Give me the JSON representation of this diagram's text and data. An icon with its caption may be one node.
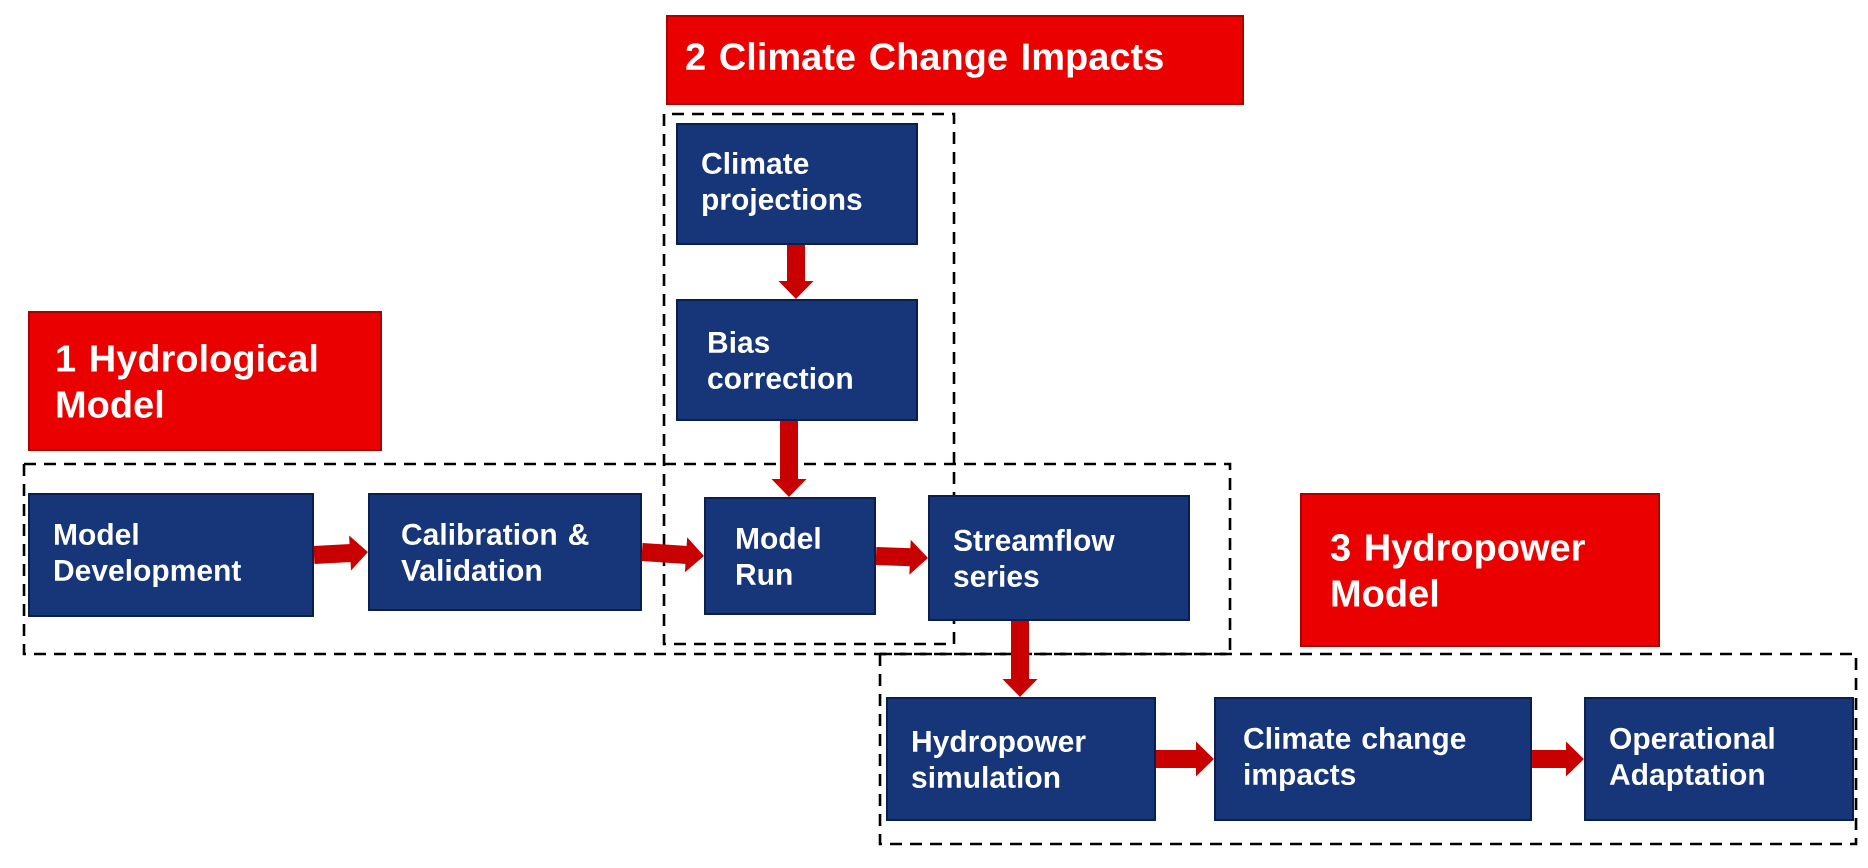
{
  "diagram": {
    "nodes": [
      {
        "text": [
          "2 Climate Change Impacts"
        ]
      },
      {
        "text": [
          "Climate projections"
        ]
      },
      {
        "text": [
          "Bias correction"
        ]
      },
      {
        "text": [
          "1 Hydrological Model"
        ]
      },
      {
        "text": [
          "3 Hydropower Model"
        ]
      },
      {
        "text": [
          "Model Development"
        ]
      },
      {
        "text": [
          "Calibration & Validation"
        ]
      },
      {
        "text": [
          "Model Run"
        ]
      },
      {
        "text": [
          "Streamflow series"
        ]
      },
      {
        "text": [
          "Hydropower simulation"
        ]
      },
      {
        "text": [
          "Climate change impacts"
        ]
      },
      {
        "text": [
          "Operational Adaptation"
        ]
      }
    ],
    "edges": [
      {
        "from": 1,
        "to": 2,
        "arrow": "to"
      },
      {
        "from": 2,
        "to": 7,
        "arrow": "to"
      },
      {
        "from": 5,
        "to": 6,
        "arrow": "to"
      },
      {
        "from": 6,
        "to": 7,
        "arrow": "to"
      },
      {
        "from": 7,
        "to": 8,
        "arrow": "to"
      },
      {
        "from": 8,
        "to": 9,
        "arrow": "to"
      },
      {
        "from": 9,
        "to": 10,
        "arrow": "to"
      },
      {
        "from": 10,
        "to": 11,
        "arrow": "to"
      }
    ]
  }
}
